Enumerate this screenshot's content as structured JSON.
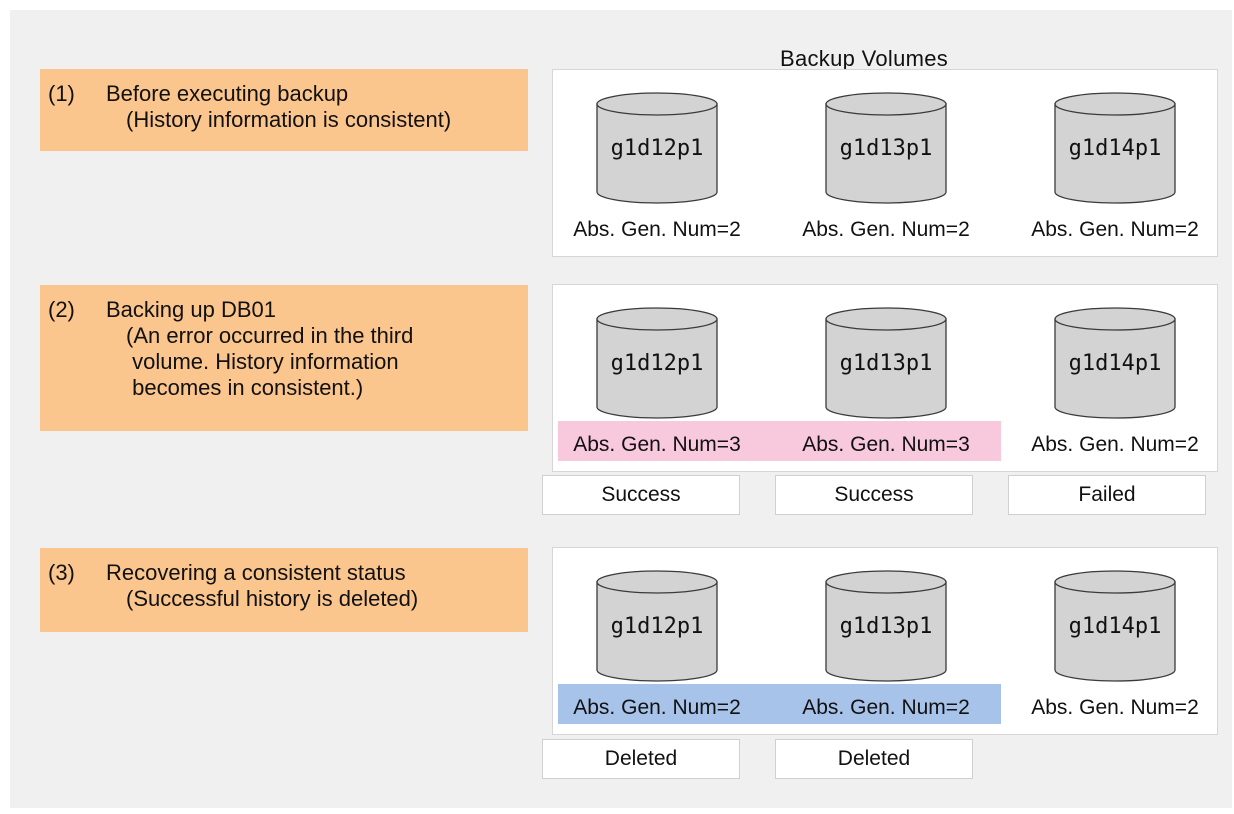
{
  "header": "Backup Volumes",
  "steps": [
    {
      "num": "(1)",
      "title": "Before executing backup",
      "sub": [
        "(History information is consistent)"
      ]
    },
    {
      "num": "(2)",
      "title": "Backing up DB01",
      "sub": [
        "(An error occurred in the third",
        " volume. History information",
        " becomes in consistent.)"
      ]
    },
    {
      "num": "(3)",
      "title": "Recovering a consistent status",
      "sub": [
        "(Successful history is deleted)"
      ]
    }
  ],
  "rows": [
    {
      "volumes": [
        {
          "name": "g1d12p1",
          "gen": "Abs. Gen. Num=2"
        },
        {
          "name": "g1d13p1",
          "gen": "Abs. Gen. Num=2"
        },
        {
          "name": "g1d14p1",
          "gen": "Abs. Gen. Num=2"
        }
      ]
    },
    {
      "volumes": [
        {
          "name": "g1d12p1",
          "gen": "Abs. Gen. Num=3"
        },
        {
          "name": "g1d13p1",
          "gen": "Abs. Gen. Num=3"
        },
        {
          "name": "g1d14p1",
          "gen": "Abs. Gen. Num=2"
        }
      ],
      "statuses": [
        "Success",
        "Success",
        "Failed"
      ]
    },
    {
      "volumes": [
        {
          "name": "g1d12p1",
          "gen": "Abs. Gen. Num=2"
        },
        {
          "name": "g1d13p1",
          "gen": "Abs. Gen. Num=2"
        },
        {
          "name": "g1d14p1",
          "gen": "Abs. Gen. Num=2"
        }
      ],
      "statuses": [
        "Deleted",
        "Deleted"
      ]
    }
  ],
  "colors": {
    "step_fill": "#fbc58e",
    "highlight_pink": "#f8c8dc",
    "highlight_blue": "#a7c3ea",
    "cylinder_fill": "#d3d3d3",
    "background": "#f0f0f0"
  }
}
